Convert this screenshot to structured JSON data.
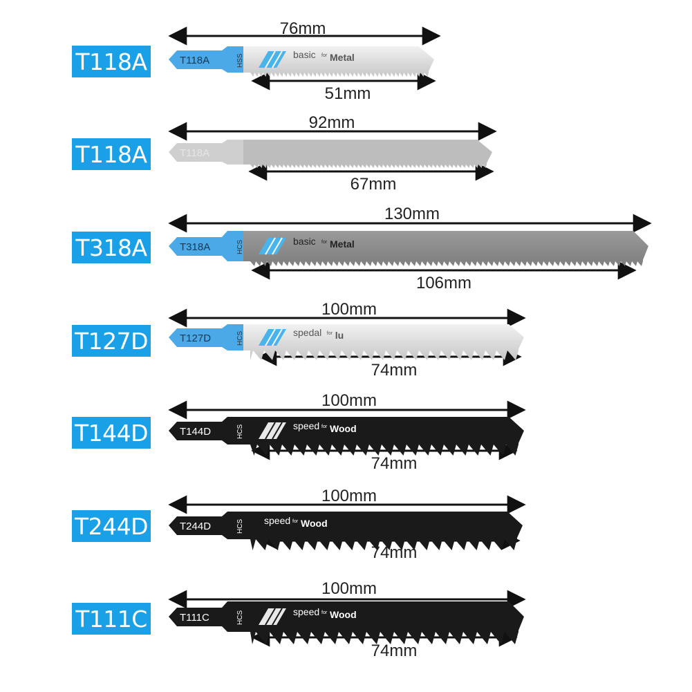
{
  "colors": {
    "badge": "#1aa0e6",
    "tang_blue": "#4aa9e6",
    "stripe_blue": "#49b4ec",
    "blade_silver": "#d8d8d8",
    "blade_grey": "#8f8f8f",
    "blade_dark_grey": "#777777",
    "blade_black": "#1a1a1a"
  },
  "blades": [
    {
      "model": "T118A",
      "tang_label": "T118A",
      "steel": "HSS",
      "brand_left": "basic",
      "brand_mid": "for",
      "brand_right": "Metal",
      "overall": "76mm",
      "cutting": "51mm"
    },
    {
      "model": "T118A",
      "tang_label": "T118A",
      "overall": "92mm",
      "cutting": "67mm"
    },
    {
      "model": "T318A",
      "tang_label": "T318A",
      "steel": "HCS",
      "brand_left": "basic",
      "brand_mid": "for",
      "brand_right": "Metal",
      "overall": "130mm",
      "cutting": "106mm"
    },
    {
      "model": "T127D",
      "tang_label": "T127D",
      "steel": "HCS",
      "brand_left": "spedal",
      "brand_mid": "for",
      "brand_right": "lu",
      "overall": "100mm",
      "cutting": "74mm"
    },
    {
      "model": "T144D",
      "tang_label": "T144D",
      "steel": "HCS",
      "brand_left": "speed",
      "brand_mid": "for",
      "brand_right": "Wood",
      "overall": "100mm",
      "cutting": "74mm"
    },
    {
      "model": "T244D",
      "tang_label": "T244D",
      "steel": "HCS",
      "brand_left": "speed",
      "brand_mid": "for",
      "brand_right": "Wood",
      "overall": "100mm",
      "cutting": "74mm"
    },
    {
      "model": "T111C",
      "tang_label": "T111C",
      "steel": "HCS",
      "brand_left": "speed",
      "brand_mid": "for",
      "brand_right": "Wood",
      "overall": "100mm",
      "cutting": "74mm"
    }
  ]
}
